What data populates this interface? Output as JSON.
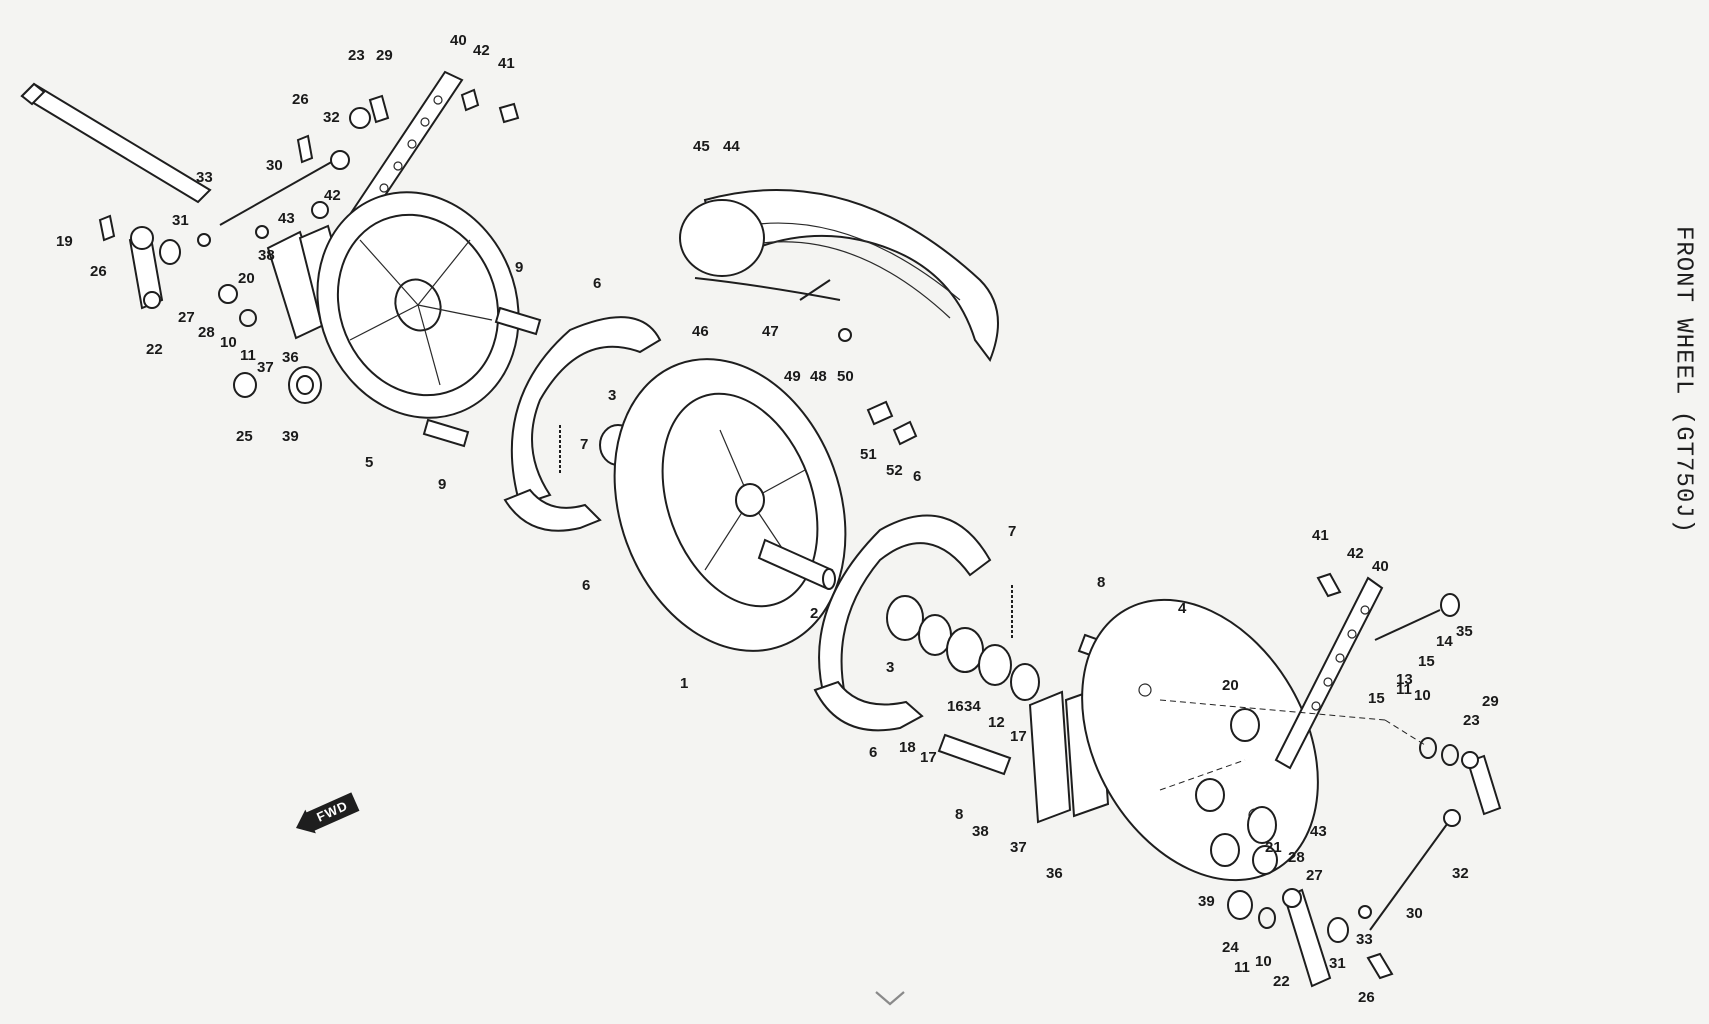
{
  "page": {
    "title": "FRONT WHEEL (GT750J)",
    "fwd_label": "FWD"
  },
  "colors": {
    "paper": "#f4f4f2",
    "ink": "#1e1e1e"
  },
  "icons": {
    "forward_arrow": "fwd-arrow-icon",
    "scroll_down": "chevron-down-icon"
  },
  "parts": {
    "p1": "1",
    "p2": "2",
    "p3a": "3",
    "p3b": "3",
    "p4": "4",
    "p5": "5",
    "p6a": "6",
    "p6b": "6",
    "p6c": "6",
    "p6d": "6",
    "p7a": "7",
    "p7b": "7",
    "p8a": "8",
    "p8b": "8",
    "p9a": "9",
    "p9b": "9",
    "p10a": "10",
    "p10b": "10",
    "p10c": "10",
    "p11a": "11",
    "p11b": "11",
    "p11c": "11",
    "p12": "12",
    "p13": "13",
    "p14": "14",
    "p15a": "15",
    "p15b": "15",
    "p16": "16",
    "p17a": "17",
    "p17b": "17",
    "p18": "18",
    "p19": "19",
    "p20a": "20",
    "p20b": "20",
    "p21": "21",
    "p22a": "22",
    "p22b": "22",
    "p23a": "23",
    "p23b": "23",
    "p24": "24",
    "p25": "25",
    "p26a": "26",
    "p26b": "26",
    "p26c": "26",
    "p27a": "27",
    "p27b": "27",
    "p28a": "28",
    "p28b": "28",
    "p29a": "29",
    "p29b": "29",
    "p30a": "30",
    "p30b": "30",
    "p31a": "31",
    "p31b": "31",
    "p32a": "32",
    "p32b": "32",
    "p33a": "33",
    "p33b": "33",
    "p34": "34",
    "p35": "35",
    "p36a": "36",
    "p36b": "36",
    "p37a": "37",
    "p37b": "37",
    "p38a": "38",
    "p38b": "38",
    "p39a": "39",
    "p39b": "39",
    "p40a": "40",
    "p40b": "40",
    "p41a": "41",
    "p41b": "41",
    "p42a": "42",
    "p42b": "42",
    "p42c": "42",
    "p43a": "43",
    "p43b": "43",
    "p44": "44",
    "p45": "45",
    "p46": "46",
    "p47": "47",
    "p48": "48",
    "p49": "49",
    "p50": "50",
    "p51": "51",
    "p52": "52"
  }
}
